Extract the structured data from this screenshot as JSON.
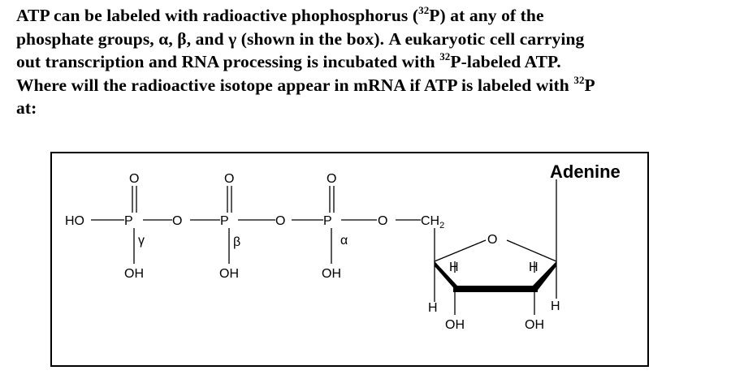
{
  "question": {
    "lines": [
      {
        "before": "ATP can be labeled with radioactive phophosphorus (",
        "sup": "32",
        "after": "P) at any of the"
      },
      {
        "before": "phosphate groups, α, β, and γ (shown in the box).  A eukaryotic cell carrying",
        "sup": "",
        "after": ""
      },
      {
        "before": "out transcription and RNA processing is incubated with ",
        "sup": "32",
        "after": "P-labeled ATP."
      },
      {
        "before": "Where will the radioactive isotope appear in mRNA if ATP is labeled with ",
        "sup": "32",
        "after": "P"
      },
      {
        "before": "at:",
        "sup": "",
        "after": ""
      }
    ]
  },
  "diagram": {
    "base_label": "Adenine",
    "ho": "HO",
    "phosphorus": "P",
    "oxygen": "O",
    "hydroxyl": "OH",
    "hydrogen": "H",
    "ch2": "CH",
    "ch2_subscript": "2",
    "gamma": "γ",
    "beta": "β",
    "alpha": "α"
  }
}
